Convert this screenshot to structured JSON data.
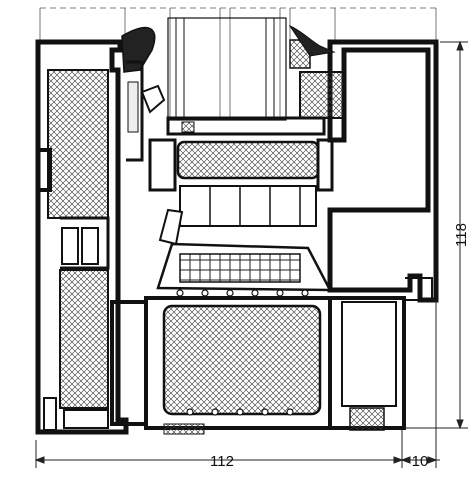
{
  "dimensions": {
    "width_overall": "112",
    "width_extra": "10",
    "height": "118"
  },
  "colors": {
    "profile": "#1a1a1a",
    "insulation_hatch": "#333333",
    "gasket": "#2b2b2b",
    "background": "#ffffff",
    "dimension_line": "#222222"
  }
}
